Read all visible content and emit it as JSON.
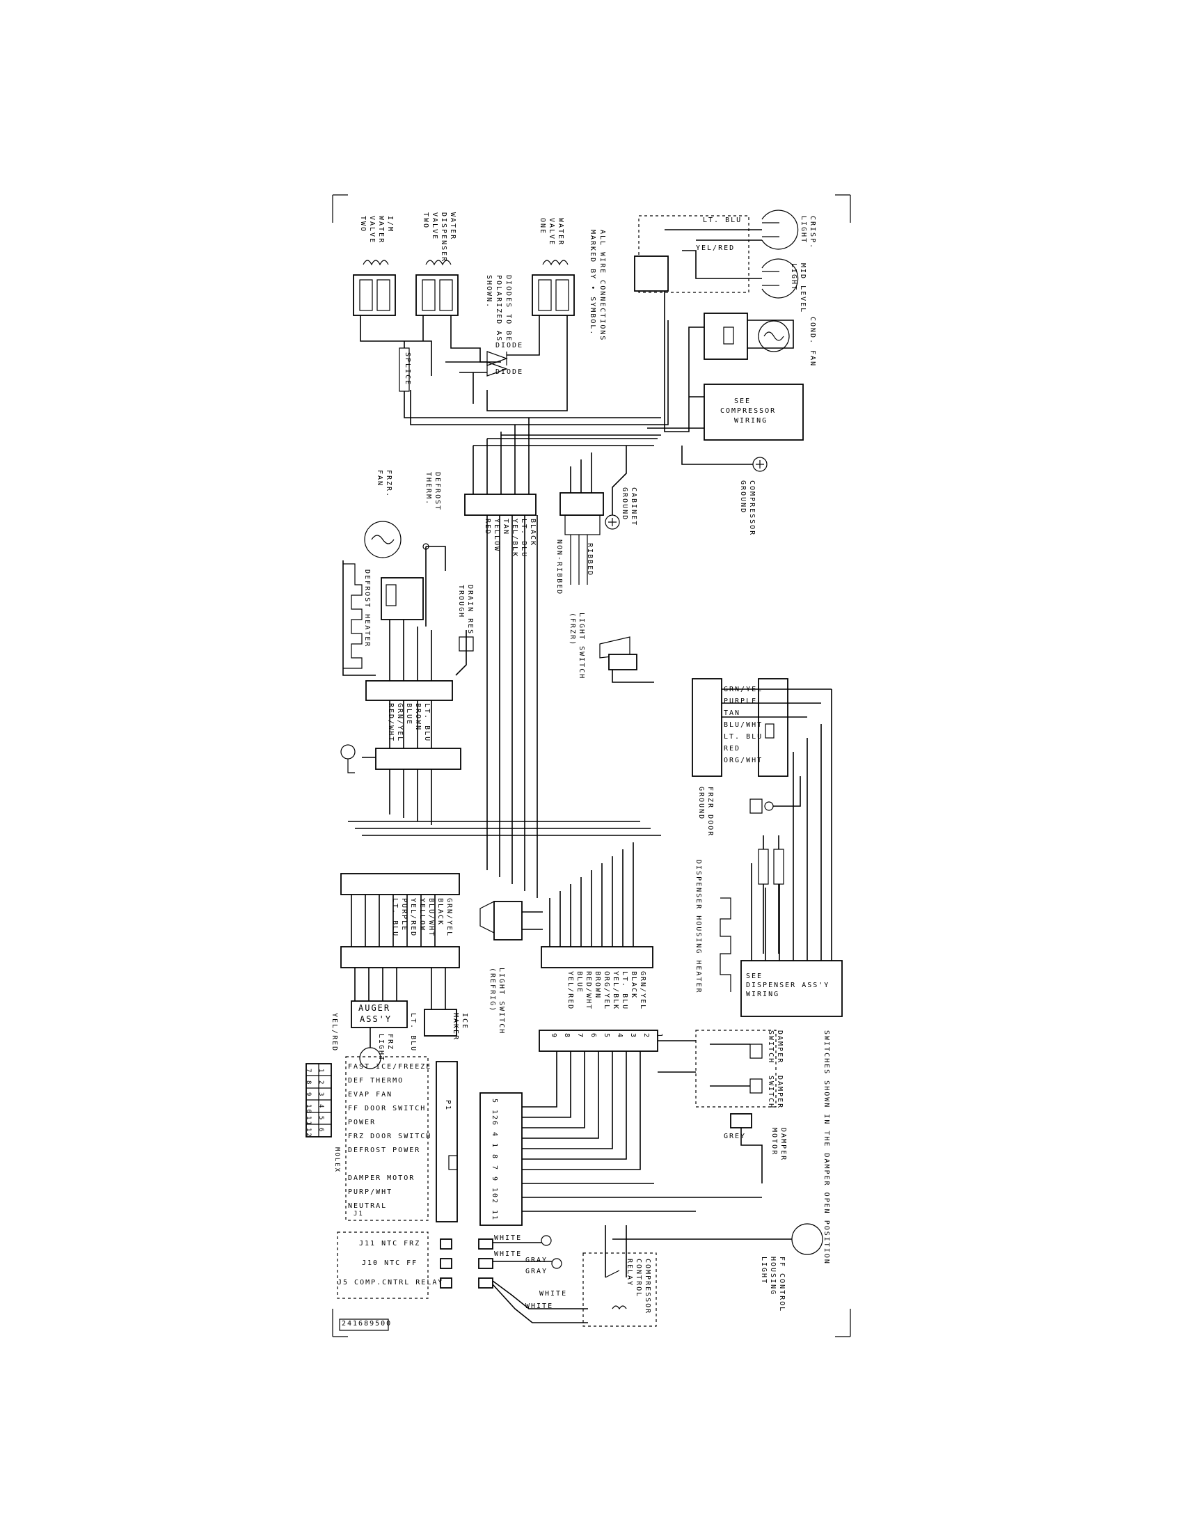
{
  "drawing_number": "241689500",
  "note_switches": "SWITCHES SHOWN IN THE DAMPER OPEN POSITION",
  "note_connections": [
    "ALL WIRE CONNECTIONS",
    "MARKED BY • SYMBOL."
  ],
  "note_diodes": [
    "DIODES TO BE",
    "POLARIZED AS",
    "SHOWN."
  ],
  "diode_label": "DIODE",
  "splice_label": "SPLICE",
  "valves": [
    {
      "lines": [
        "I/M",
        "WATER",
        "VALVE",
        "TWO"
      ]
    },
    {
      "lines": [
        "WATER",
        "DISPENSER",
        "VALVE",
        "TWO"
      ]
    },
    {
      "lines": [
        "WATER",
        "VALVE",
        "ONE"
      ]
    }
  ],
  "lights_top": [
    {
      "lines": [
        "CRISP.",
        "LIGHT"
      ]
    },
    {
      "lines": [
        "MID LEVEL",
        "LIGHT"
      ]
    }
  ],
  "cond_fan": "COND. FAN",
  "compressor_wiring": [
    "SEE",
    "COMPRESSOR",
    "WIRING"
  ],
  "compressor_ground": [
    "COMPRESSOR",
    "GROUND"
  ],
  "cabinet_ground": [
    "CABINET",
    "GROUND"
  ],
  "ribbed": "RIBBED",
  "non_ribbed": "NON-RIBBED",
  "frzr_fan": [
    "FRZR.",
    "FAN"
  ],
  "defrost_therm": [
    "DEFROST",
    "THERM."
  ],
  "defrost_heater": "DEFROST HEATER",
  "drain_trough": [
    "DRAIN RES",
    "TROUGH"
  ],
  "light_switch_frzr": [
    "LIGHT SWITCH",
    "(FRZR)"
  ],
  "light_switch_refrig": [
    "LIGHT SWITCH",
    "(REFRIG)"
  ],
  "frzr_door_ground": [
    "FRZR DOOR",
    "GROUND"
  ],
  "dispenser_housing_heater": "DISPENSER HOUSING HEATER",
  "dispenser_assy": [
    "SEE",
    "DISPENSER ASS'Y",
    "WIRING"
  ],
  "auger": [
    "AUGER",
    "ASS'Y"
  ],
  "ice_maker": [
    "ICE",
    "MAKER"
  ],
  "frz_light": [
    "FRZ",
    "LIGHT"
  ],
  "damper_switch_1": [
    "DAMPER",
    "SWITCH"
  ],
  "damper_switch_2": [
    "DAMPER",
    "SWITCH"
  ],
  "damper_motor": [
    "DAMPER",
    "MOTOR"
  ],
  "ff_control_light": [
    "FF CONTROL",
    "HOUSING",
    "LIGHT"
  ],
  "comp_relay": [
    "COMPRESSOR",
    "CONTROL",
    "RELAY"
  ],
  "wire_colors": {
    "top_ltblu": "LT. BLU",
    "top_yelred": "YEL/RED",
    "harness_a": [
      "BLACK",
      "LT. BLU",
      "YEL/BLK",
      "TAN",
      "YELLOW",
      "RED"
    ],
    "harness_b": [
      "LT. BLU",
      "BROWN",
      "BLUE",
      "GRN/YEL",
      "RED/WHT"
    ],
    "harness_c": [
      "GRN/YEL",
      "BLACK",
      "BLU/WHT",
      "YELLOW",
      "YEL/RED",
      "PURPLE",
      "LT. BLU"
    ],
    "harness_d": [
      "GRN/YEL",
      "BLACK",
      "LT. BLU",
      "YEL/BLK",
      "ORG/YEL",
      "BROWN",
      "RED/WHT",
      "BLUE",
      "YEL/RED"
    ],
    "harness_e": [
      "GRN/YEL",
      "PURPLE",
      "TAN",
      "BLU/WHT",
      "LT. BLU",
      "RED",
      "ORG/WHT"
    ],
    "yel_red": "YEL/RED",
    "lt_blu_ice": "LT. BLU",
    "grey": "GREY",
    "white": "WHITE",
    "gray": "GRAY"
  },
  "j1_pins": [
    "FAST ICE/FREEZE",
    "DEF THERMO",
    "EVAP FAN",
    "FF DOOR SWITCH",
    "POWER",
    "FRZ DOOR SWITCH",
    "DEFROST POWER",
    "",
    "DAMPER MOTOR",
    "PURP/WHT",
    "NEUTRAL"
  ],
  "j1_label": "J1",
  "p1_label": "P1",
  "molex_label": "MOLEX",
  "molex_rows": [
    [
      "1",
      "2",
      "3",
      "4",
      "5",
      "6"
    ],
    [
      "7",
      "8",
      "9",
      "10",
      "11",
      "12"
    ]
  ],
  "connector_pins": [
    "5",
    "12",
    "6",
    "4",
    "1",
    "8",
    "7",
    "9",
    "10",
    "2",
    "11"
  ],
  "connector_pins_top": [
    "9",
    "8",
    "7",
    "6",
    "5",
    "4",
    "3",
    "2",
    "1"
  ],
  "j_rows": [
    "J11 NTC FRZ",
    "J10 NTC FF",
    "J5 COMP.CNTRL RELAY"
  ]
}
